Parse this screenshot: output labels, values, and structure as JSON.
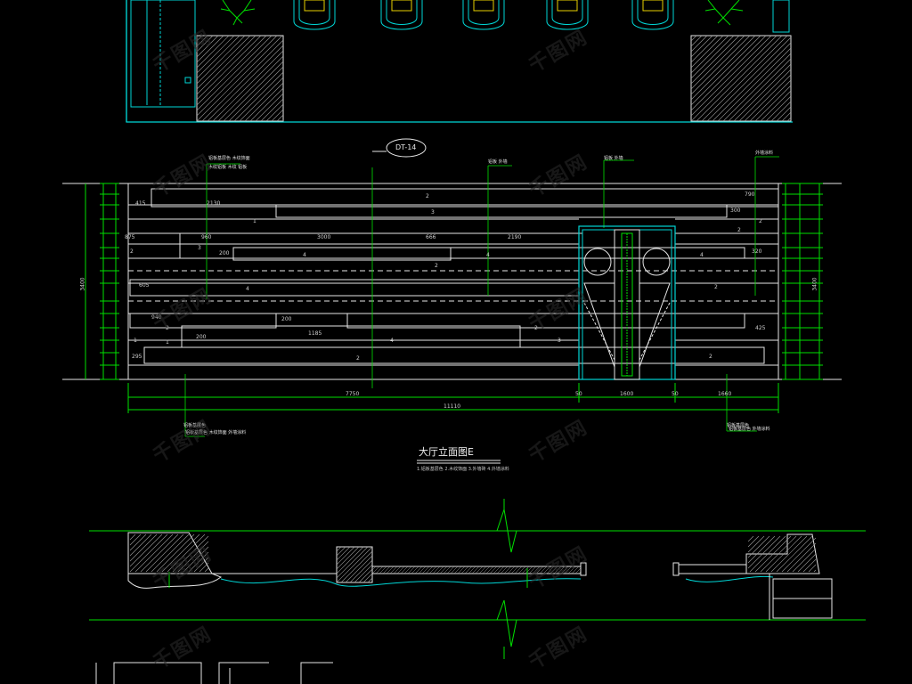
{
  "drawing": {
    "tag_dt": "DT-14",
    "title": "大厅立面图E",
    "note": "1.铝板基层色  2.木纹饰面  3.外墙砖  4.外墙涂料",
    "labels": {
      "overall_left": "3400",
      "overall_right": "3400",
      "bottom_left": "7750",
      "bottom_mid": "1600",
      "bottom_right": "1660",
      "total": "11110",
      "small_a": "50",
      "small_b": "50"
    },
    "top_dims": [
      "415",
      "2130",
      "875",
      "960",
      "3000",
      "666",
      "2190",
      "605",
      "940",
      "1185",
      "295",
      "790",
      "320",
      "425",
      "200",
      "200",
      "200",
      "300"
    ],
    "region_numbers": [
      "2",
      "3",
      "1",
      "2",
      "3",
      "4",
      "2",
      "4",
      "4",
      "2",
      "4",
      "2",
      "4",
      "2",
      "2",
      "3",
      "1",
      "2",
      "1",
      "2",
      "2"
    ],
    "callouts": [
      "铝板基层色 木纹饰面",
      "木纹铝板 木纹 铝板",
      "铝板 外墙",
      "铝板 外墙",
      "外墙涂料",
      "铝板基层色",
      "铝板基层色"
    ],
    "bottom_callouts": [
      "铝板基层色 木纹饰面 外墙涂料",
      "铝板基层色 外墙涂料"
    ],
    "watermarks": [
      "千图网",
      "千图网",
      "千图网",
      "千图网",
      "千图网",
      "千图网",
      "千图网",
      "千图网",
      "千图网",
      "千图网",
      "千图网",
      "千图网"
    ]
  },
  "colors": {
    "cyan": "#00d6d6",
    "green": "#00e000",
    "white": "#e6e6e6",
    "yellow": "#e8d000",
    "red": "#e00000",
    "grey": "#808080"
  }
}
